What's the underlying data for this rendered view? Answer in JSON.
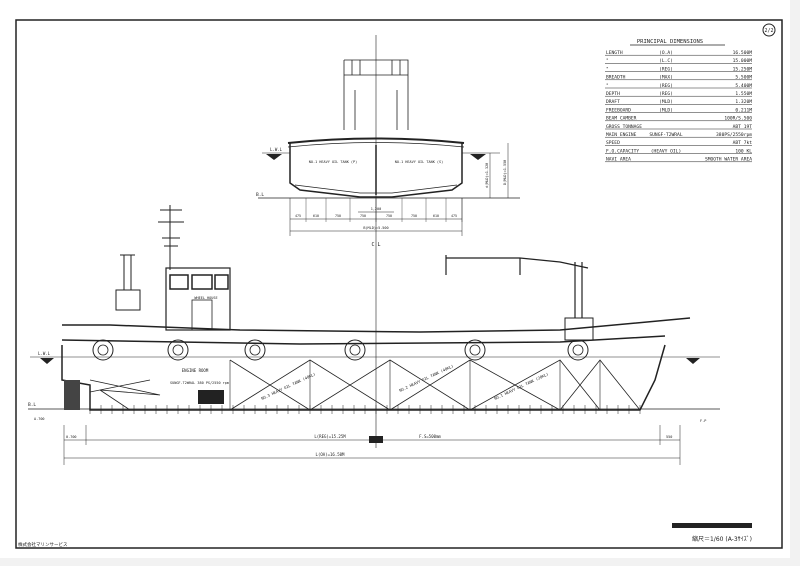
{
  "sheet_number": "2/2",
  "principal_dimensions": {
    "title": "PRINCIPAL   DIMENSIONS",
    "rows": [
      {
        "item": "LENGTH",
        "cond": "(O.A)",
        "value": "16.500M"
      },
      {
        "item": "  \"",
        "cond": "(L.C)",
        "value": "15.000M"
      },
      {
        "item": "  \"",
        "cond": "(REG)",
        "value": "15.250M"
      },
      {
        "item": "BREADTH",
        "cond": "(MAX)",
        "value": "5.500M"
      },
      {
        "item": "  \"",
        "cond": "(REG)",
        "value": "5.400M"
      },
      {
        "item": "DEPTH",
        "cond": "(REG)",
        "value": "1.550M"
      },
      {
        "item": "DRAFT",
        "cond": "(MLD)",
        "value": "1.320M"
      },
      {
        "item": "FREEBOARD",
        "cond": "(MLD)",
        "value": "0.211M"
      },
      {
        "item": "BEAM CAMBER",
        "cond": "",
        "value": "100R/S.500"
      },
      {
        "item": "GROSS TONNAGE",
        "cond": "",
        "value": "ABT 19T"
      },
      {
        "item": "MAIN ENGINE",
        "cond": "SUNGF-T2WRAL",
        "value": "380PS/2550rpm"
      },
      {
        "item": "SPEED",
        "cond": "",
        "value": "ABT 7kt"
      },
      {
        "item": "F.O.CAPACITY",
        "cond": "(HEAVY OIL)",
        "value": "100 KL"
      },
      {
        "item": "NAVI AREA",
        "cond": "",
        "value": "SMOOTH WATER AREA"
      }
    ]
  },
  "section_view": {
    "tank_label_port": "NO.1 HEAVY OIL TANK (P)",
    "tank_label_stbd": "NO.1 HEAVY OIL TANK (S)",
    "lwl": "L.W.L",
    "bl": "B.L",
    "centerline": "C L",
    "breadth_dim": "B(MLD)=5.500",
    "draft_dim": "d(MLD)=1.320",
    "depth_dim": "D(MLD)=1.550",
    "bottom_dim": "1,200",
    "spacings": [
      "475",
      "610",
      "750",
      "750",
      "750",
      "750",
      "610",
      "475"
    ]
  },
  "profile_view": {
    "wheelhouse": "WHEEL HOUSE",
    "engine_room": "ENGINE ROOM",
    "engine_spec": "SUNGF-T2WRAL 380 PS/2550 rpm",
    "tanks": [
      "NO.3 HEAVY OIL TANK (40KL)",
      "NO.2 HEAVY OIL TANK (40KL)",
      "NO.1 HEAVY OIL TANK (20KL)"
    ],
    "lwl": "L.W.L",
    "bl": "B.L",
    "aft_end": "A.700",
    "fwd_end": "F.P",
    "aft_overhang": "0.700",
    "fwd_overhang": "550",
    "length_reg": "L(REG)=15.25M",
    "frame_space": "F.S=500mm",
    "length_oa": "L(OA)=16.50M"
  },
  "footer": {
    "company": "株式会社マリンサービス",
    "scale": "縮尺＝1/60 (A-3ｻｲｽﾞ)"
  }
}
